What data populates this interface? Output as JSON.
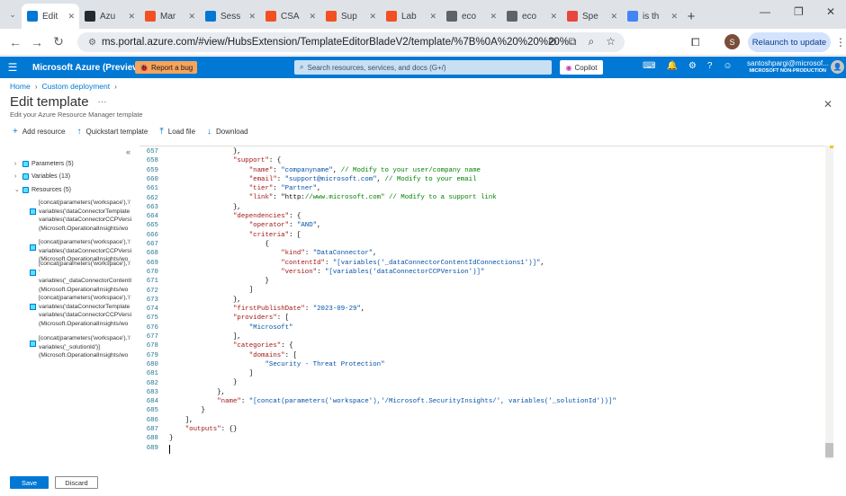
{
  "browser": {
    "tabs": [
      {
        "title": "Edit",
        "favicon_color": "#0078d4",
        "active": true
      },
      {
        "title": "Azu",
        "favicon_color": "#24292f"
      },
      {
        "title": "Mar",
        "favicon_color": "#f25022"
      },
      {
        "title": "Sess",
        "favicon_color": "#0078d4"
      },
      {
        "title": "CSA",
        "favicon_color": "#f25022"
      },
      {
        "title": "Sup",
        "favicon_color": "#f25022"
      },
      {
        "title": "Lab",
        "favicon_color": "#f25022"
      },
      {
        "title": "eco",
        "favicon_color": "#5f6368"
      },
      {
        "title": "eco",
        "favicon_color": "#5f6368"
      },
      {
        "title": "Spe",
        "favicon_color": "#e8453c"
      },
      {
        "title": "is th",
        "favicon_color": "#4285f4"
      }
    ],
    "url": "ms.portal.azure.com/#view/HubsExtension/TemplateEditorBladeV2/template/%7B%0A%20%20%20%20\"%24schema...",
    "profile_initial": "S",
    "relaunch_label": "Relaunch to update"
  },
  "portal": {
    "brand": "Microsoft Azure (Preview)",
    "bug_label": "Report a bug",
    "search_placeholder": "Search resources, services, and docs (G+/)",
    "copilot_label": "Copilot",
    "user_name": "santoshpargi@microsof...",
    "user_directory": "MICROSOFT NON-PRODUCTION"
  },
  "breadcrumb": [
    "Home",
    "Custom deployment"
  ],
  "page": {
    "title": "Edit template",
    "subtitle": "Edit your Azure Resource Manager template"
  },
  "commands": {
    "add_resource": "Add resource",
    "quickstart": "Quickstart template",
    "load_file": "Load file",
    "download": "Download"
  },
  "tree": {
    "parameters": "Parameters (5)",
    "variables": "Variables (13)",
    "resources": "Resources (5)",
    "resource_items": [
      [
        "[concat(parameters('workspace'),'/",
        "variables('dataConnectorTemplate",
        "variables('dataConnectorCCPVersi",
        "(Microsoft.OperationalInsights/wo"
      ],
      [
        "[concat(parameters('workspace'),'/",
        "variables('dataConnectorCCPVersi",
        "(Microsoft.OperationalInsights/wo"
      ],
      [
        "[concat(parameters('workspace'),'/",
        "'",
        "variables('_dataConnectorContentI",
        "(Microsoft.OperationalInsights/wo"
      ],
      [
        "[concat(parameters('workspace'),'/",
        "variables('dataConnectorTemplate",
        "variables('dataConnectorCCPVersi",
        "(Microsoft.OperationalInsights/wo"
      ],
      [
        "[concat(parameters('workspace'),'/",
        "variables('_solutionId')]",
        "(Microsoft.OperationalInsights/wo"
      ]
    ]
  },
  "editor": {
    "line_numbers": [
      "657",
      "658",
      "659",
      "660",
      "661",
      "662",
      "663",
      "664",
      "665",
      "666",
      "667",
      "668",
      "669",
      "670",
      "671",
      "672",
      "673",
      "674",
      "675",
      "676",
      "677",
      "678",
      "679",
      "680",
      "681",
      "682",
      "683",
      "684",
      "685",
      "686",
      "687",
      "688",
      "689"
    ],
    "lines": [
      "                },",
      "                \"support\": {",
      "                    \"name\": \"companyname\", // Modify to your user/company name",
      "                    \"email\": \"support@microsoft.com\", // Modify to your email",
      "                    \"tier\": \"Partner\",",
      "                    \"link\": \"http://www.microsoft.com\" // Modify to a support link",
      "                },",
      "                \"dependencies\": {",
      "                    \"operator\": \"AND\",",
      "                    \"criteria\": [",
      "                        {",
      "                            \"kind\": \"DataConnector\",",
      "                            \"contentId\": \"[variables('_dataConnectorContentIdConnections1')]\",",
      "                            \"version\": \"[variables('dataConnectorCCPVersion')]\"",
      "                        }",
      "                    ]",
      "                },",
      "                \"firstPublishDate\": \"2023-09-29\",",
      "                \"providers\": [",
      "                    \"Microsoft\"",
      "                ],",
      "                \"categories\": {",
      "                    \"domains\": [",
      "                        \"Security - Threat Protection\"",
      "                    ]",
      "                }",
      "            },",
      "            \"name\": \"[concat(parameters('workspace'),'/Microsoft.SecurityInsights/', variables('_solutionId'))]\"",
      "        }",
      "    ],",
      "    \"outputs\": {}",
      "}",
      ""
    ]
  },
  "footer": {
    "save": "Save",
    "discard": "Discard"
  }
}
